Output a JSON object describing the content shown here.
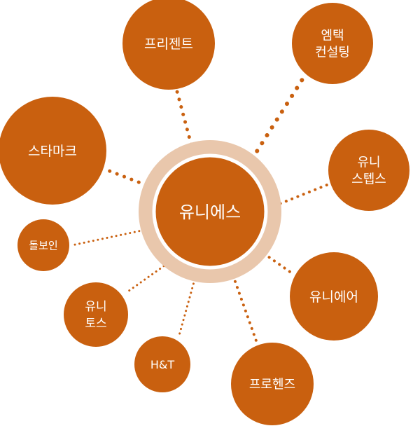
{
  "colors": {
    "node_fill": "#C9600F",
    "connector": "#C9600F",
    "hub_ring": "#E9C7AC",
    "hub_border": "#FFFFFF",
    "text": "#FFFFFF"
  },
  "center": {
    "label": "유니에스"
  },
  "nodes": [
    {
      "id": "prisentent",
      "label_lines": [
        "프리젠트"
      ]
    },
    {
      "id": "emtaek",
      "label_lines": [
        "엠택",
        "컨설팅"
      ]
    },
    {
      "id": "stamark",
      "label_lines": [
        "스타마크"
      ]
    },
    {
      "id": "unisteps",
      "label_lines": [
        "유니",
        "스텝스"
      ]
    },
    {
      "id": "dolboin",
      "label_lines": [
        "돌보인"
      ]
    },
    {
      "id": "uniair",
      "label_lines": [
        "유니에어"
      ]
    },
    {
      "id": "unitos",
      "label_lines": [
        "유니",
        "토스"
      ]
    },
    {
      "id": "hnt",
      "label_lines": [
        "H&T"
      ]
    },
    {
      "id": "prohenz",
      "label_lines": [
        "프로헨즈"
      ]
    }
  ]
}
